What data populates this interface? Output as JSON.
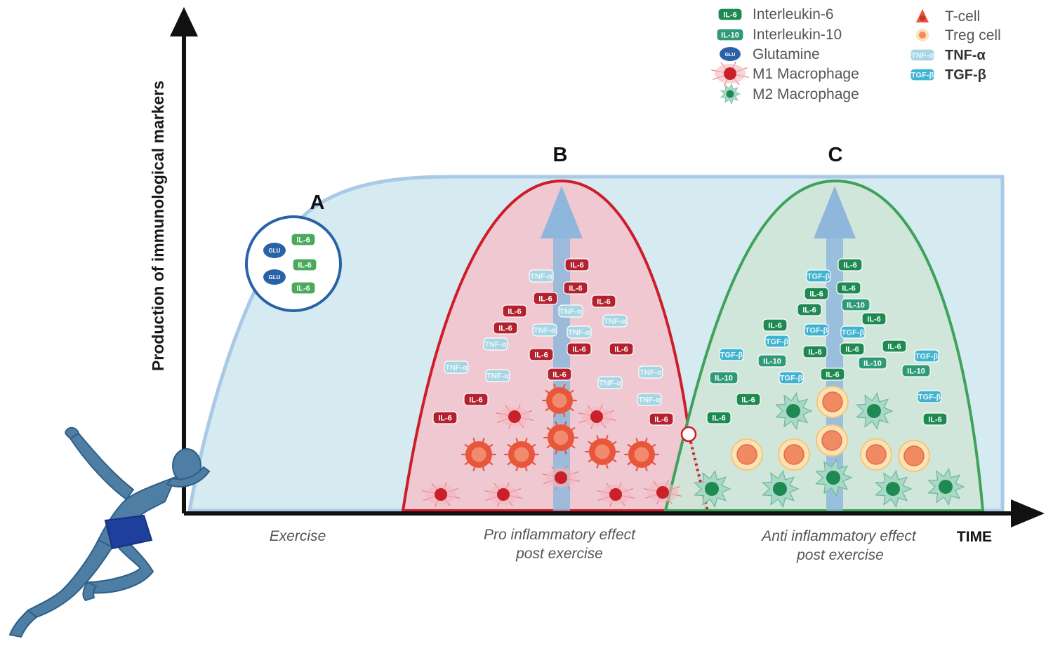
{
  "axes": {
    "y_label": "Production of immunological markers",
    "x_label": "TIME"
  },
  "phases": [
    {
      "letter": "A",
      "caption_lines": [
        "Exercise"
      ]
    },
    {
      "letter": "B",
      "caption_lines": [
        "Pro inflammatory effect",
        "post exercise"
      ]
    },
    {
      "letter": "C",
      "caption_lines": [
        "Anti inflammatory effect",
        "post exercise"
      ]
    }
  ],
  "legend": [
    {
      "label": "Interleukin-6",
      "icon": "il6-pill-icon",
      "badge": "IL-6"
    },
    {
      "label": "Interleukin-10",
      "icon": "il10-pill-icon",
      "badge": "IL-10"
    },
    {
      "label": "Glutamine",
      "icon": "glutamine-oval-icon",
      "badge": "GLU"
    },
    {
      "label": "M1 Macrophage",
      "icon": "m1-macrophage-icon"
    },
    {
      "label": "M2 Macrophage",
      "icon": "m2-macrophage-icon"
    },
    {
      "label": "T-cell",
      "icon": "t-cell-icon"
    },
    {
      "label": "Treg cell",
      "icon": "treg-cell-icon"
    },
    {
      "label": "TNF-α",
      "icon": "tnf-alpha-pill-icon",
      "badge": "TNF-α"
    },
    {
      "label": "TGF-β",
      "icon": "tgf-beta-pill-icon",
      "badge": "TGF-β"
    }
  ],
  "badges": {
    "il6": "IL-6",
    "il10": "IL-10",
    "glu": "GLU",
    "tnf": "TNF-α",
    "tgf": "TGF-β"
  },
  "colors": {
    "axis": "#111111",
    "plateau_fill": "#d6eaf1",
    "plateau_stroke": "#a9c9e6",
    "pro_fill": "#f2c4cf",
    "pro_stroke": "#cc1e2a",
    "anti_fill": "#cfe5d8",
    "anti_stroke": "#3fa25a",
    "il6_red": "#b3202e",
    "il6_green": "#1e8a52",
    "il10_green": "#2e9a78",
    "tnf": "#a6d6e4",
    "tgf": "#3fb3cf",
    "glutamine": "#2a62a8",
    "tcell": "#e8563c",
    "m1": "#c9202a",
    "m2": "#1e8a52",
    "runner": "#4e7ea3"
  }
}
